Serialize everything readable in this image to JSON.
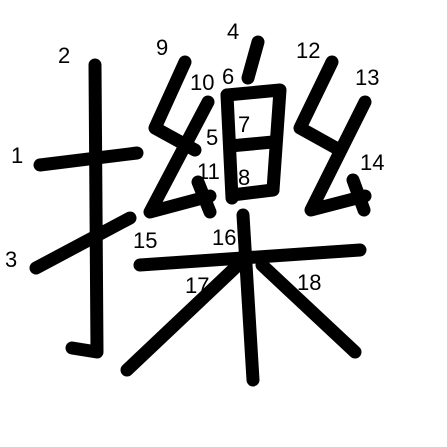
{
  "stroke_numbers": [
    "1",
    "2",
    "3",
    "4",
    "5",
    "6",
    "7",
    "8",
    "9",
    "10",
    "11",
    "12",
    "13",
    "14",
    "15",
    "16",
    "17",
    "18"
  ],
  "colors": {
    "stroke": "#000000",
    "label": "#000000",
    "background": "#ffffff"
  }
}
